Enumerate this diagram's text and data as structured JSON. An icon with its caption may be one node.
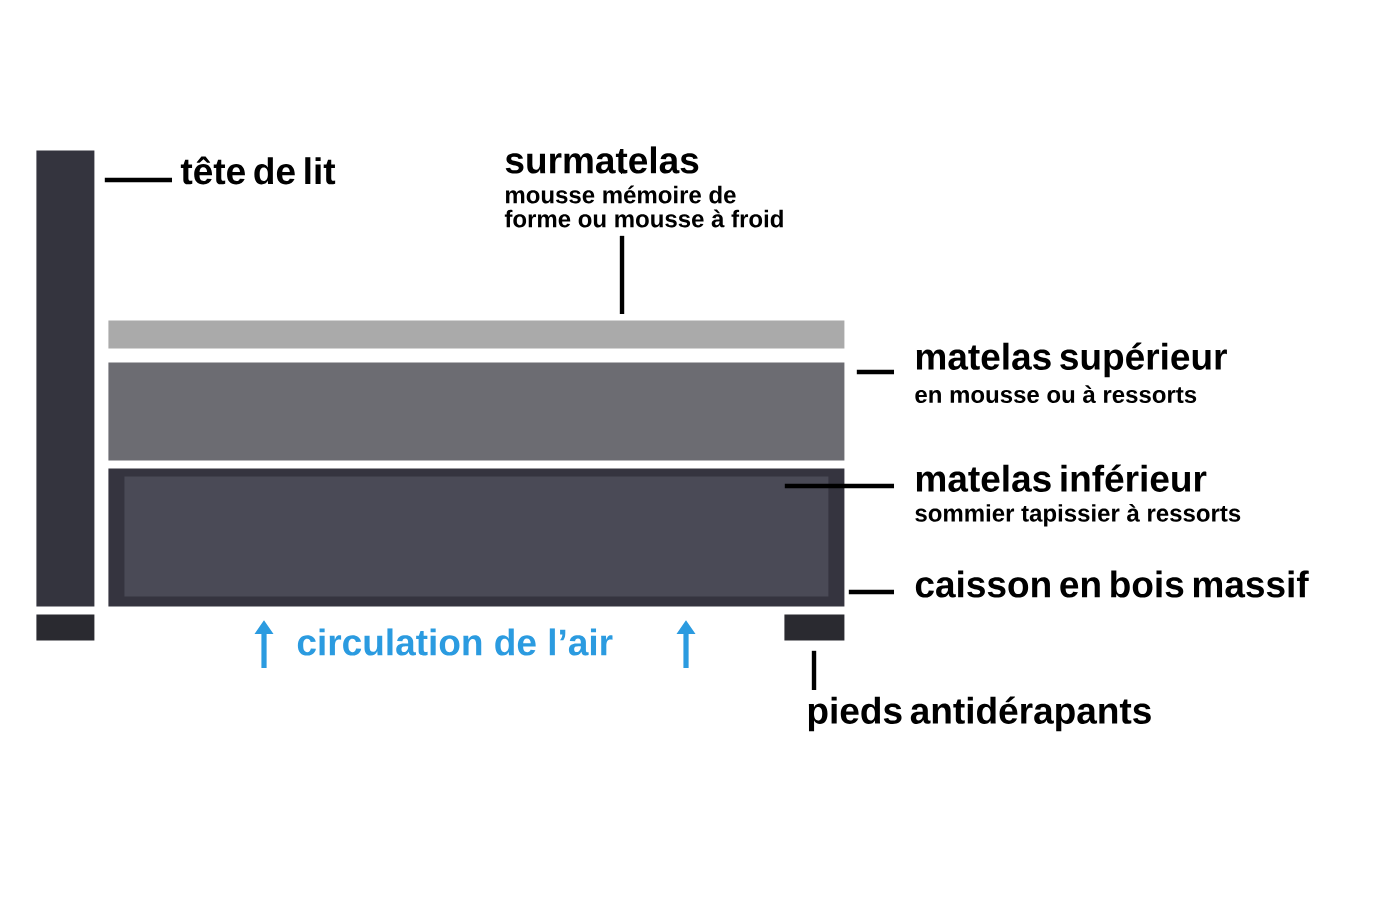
{
  "diagram": {
    "nodes": [
      {
        "text": [],
        "shape": "box"
      },
      {
        "text": [],
        "shape": "box"
      },
      {
        "text": [],
        "shape": "box"
      },
      {
        "text": [],
        "shape": "box"
      },
      {
        "text": [],
        "shape": "box",
        "in": 3
      },
      {
        "text": [],
        "shape": "box"
      },
      {
        "text": [],
        "shape": "box"
      },
      {
        "text": [
          "tête de lit"
        ]
      },
      {
        "text": [
          "surmatelas",
          "mousse mémoire de forme ou mousse à froid"
        ]
      },
      {
        "text": [
          "matelas supérieur",
          "en mousse ou à ressorts"
        ]
      },
      {
        "text": [
          "matelas inférieur",
          "sommier tapissier à ressorts"
        ]
      },
      {
        "text": [
          "caisson en bois massif"
        ]
      },
      {
        "text": [
          "pieds antidérapants"
        ]
      }
    ],
    "edges": [
      {
        "from": 7,
        "to": 0,
        "arrow": "none"
      },
      {
        "from": 8,
        "to": 1,
        "arrow": "none"
      },
      {
        "from": 9,
        "to": 2,
        "arrow": "none"
      },
      {
        "from": 10,
        "to": 4,
        "arrow": "none"
      },
      {
        "from": 11,
        "to": 3,
        "arrow": "none"
      },
      {
        "from": 12,
        "to": 6,
        "arrow": "none"
      }
    ],
    "labels": [
      "circulation de l’air"
    ]
  }
}
